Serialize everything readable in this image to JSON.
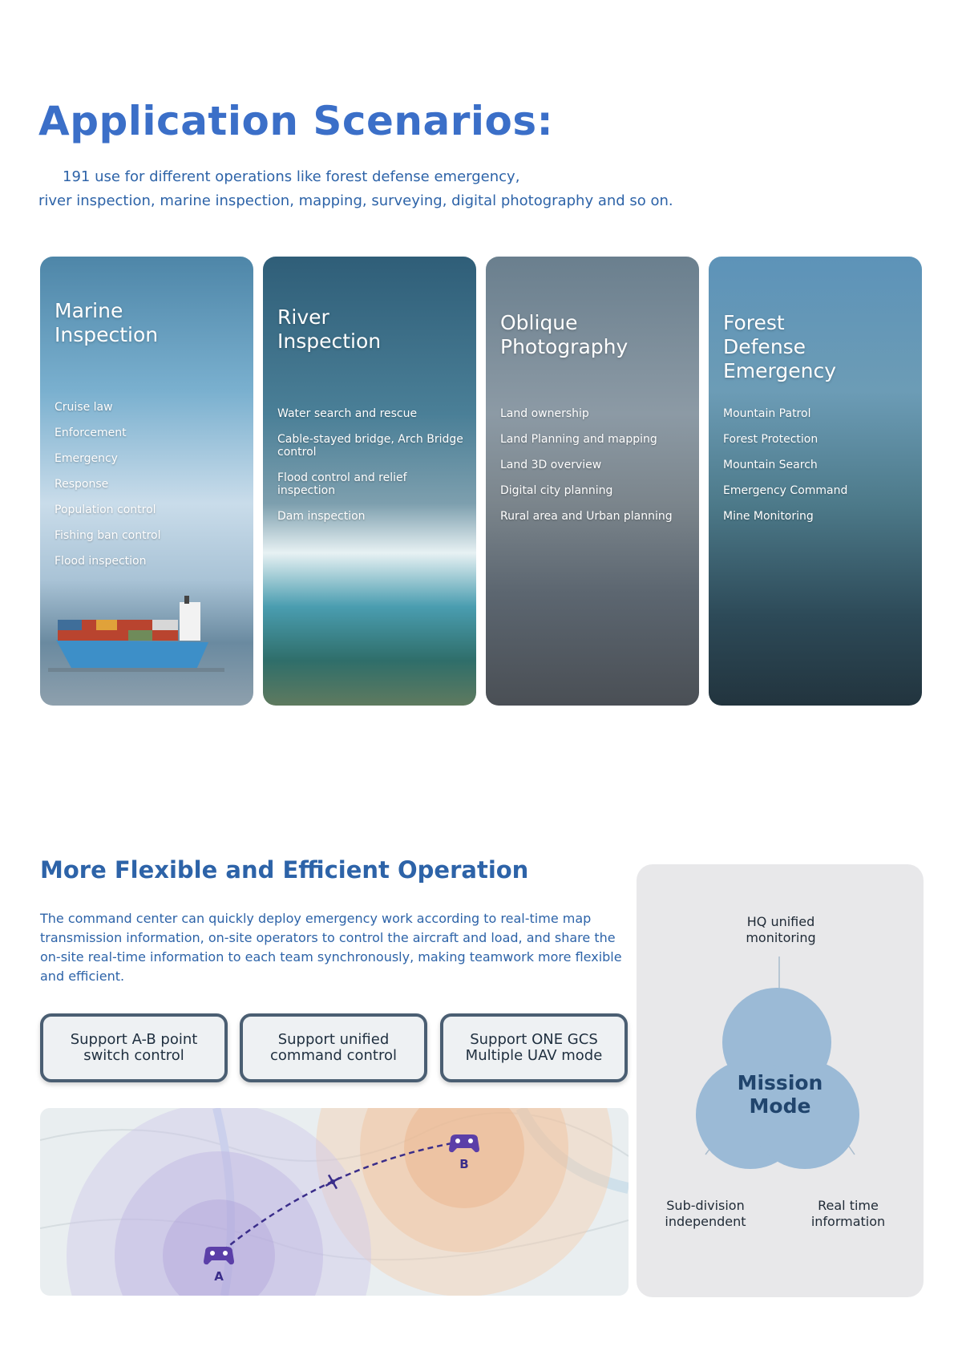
{
  "header": {
    "title": "Application Scenarios:",
    "intro_line1": "191 use for different operations like forest defense emergency,",
    "intro_line2": "river inspection, marine inspection, mapping, surveying, digital photography and so on."
  },
  "scenarios": [
    {
      "title_line1": "Marine",
      "title_line2": "Inspection",
      "title_line3": "",
      "items": [
        "Cruise law",
        "Enforcement",
        "Emergency",
        "Response",
        "Population control",
        "Fishing ban control",
        "Flood inspection"
      ]
    },
    {
      "title_line1": "River",
      "title_line2": "Inspection",
      "title_line3": "",
      "items": [
        "Water search and rescue",
        "Cable-stayed bridge, Arch Bridge control",
        "Flood control and relief inspection",
        "Dam inspection"
      ]
    },
    {
      "title_line1": "Oblique",
      "title_line2": "Photography",
      "title_line3": "",
      "items": [
        "Land ownership",
        "Land Planning and mapping",
        "Land 3D overview",
        "Digital city planning",
        "Rural area and Urban planning"
      ]
    },
    {
      "title_line1": "Forest",
      "title_line2": "Defense",
      "title_line3": "Emergency",
      "items": [
        "Mountain Patrol",
        "Forest Protection",
        "Mountain Search",
        "Emergency Command",
        "Mine Monitoring"
      ]
    }
  ],
  "operation": {
    "title": "More Flexible and Efficient Operation",
    "description": "The command center can quickly deploy emergency work according to real-time map transmission information, on-site operators to control the aircraft and load, and share the on-site real-time information to each team synchronously, making teamwork more flexible and efficient.",
    "features": [
      {
        "line1": "Support A-B point",
        "line2": "switch control"
      },
      {
        "line1": "Support unified",
        "line2": "command control"
      },
      {
        "line1": "Support ONE GCS",
        "line2": "Multiple UAV mode"
      }
    ],
    "map": {
      "point_a": "A",
      "point_b": "B"
    }
  },
  "mission": {
    "center_line1": "Mission",
    "center_line2": "Mode",
    "top_line1": "HQ unified",
    "top_line2": "monitoring",
    "left_line1": "Sub-division",
    "left_line2": "independent",
    "right_line1": "Real time",
    "right_line2": "information",
    "circle_color": "#9bbad6"
  },
  "colors": {
    "title": "#3b6fc8",
    "text": "#2d63a8",
    "pill_border": "#4a5e72"
  },
  "icons": [
    "gamepad-icon",
    "drone-icon",
    "container-ship"
  ]
}
